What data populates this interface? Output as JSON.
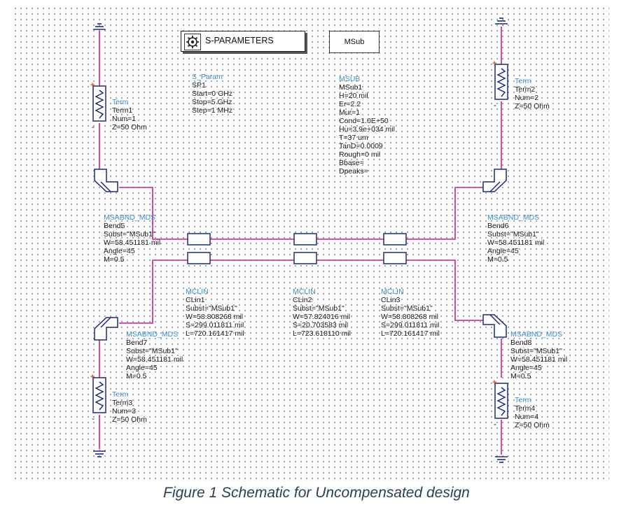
{
  "colors": {
    "wire": "#d41a8c",
    "component": "#1a2a80",
    "label_type": "#3c8cd0",
    "text": "#1a1a1a",
    "caption": "#2b3e58"
  },
  "caption": "Figure 1 Schematic for Uncompensated design",
  "sparam": {
    "title": "S-PARAMETERS",
    "icon": "s-parameter-controller-icon",
    "lines": [
      "S_Param",
      "SP1",
      "Start=0 GHz",
      "Stop=5 GHz",
      "Step=1 MHz"
    ]
  },
  "msub": {
    "title": "MSub",
    "lines": [
      "MSUB",
      "MSub1",
      "H=20 mil",
      "Er=2.2",
      "Mur=1",
      "Cond=1.0E+50",
      "Hu=3.9e+034 mil",
      "T=37 um",
      "TanD=0.0009",
      "Rough=0 mil",
      "Bbase=",
      "Dpeaks="
    ]
  },
  "terms": [
    {
      "lines": [
        "Term",
        "Term1",
        "Num=1",
        "Z=50 Ohm"
      ]
    },
    {
      "lines": [
        "Term",
        "Term2",
        "Num=2",
        "Z=50 Ohm"
      ]
    },
    {
      "lines": [
        "Term",
        "Term3",
        "Num=3",
        "Z=50 Ohm"
      ]
    },
    {
      "lines": [
        "Term",
        "Term4",
        "Num=4",
        "Z=50 Ohm"
      ]
    }
  ],
  "bends": [
    {
      "lines": [
        "MSABND_MDS",
        "Bend5",
        "Subst=\"MSub1\"",
        "W=58.451181 mil",
        "Angle=45",
        "M=0.5"
      ]
    },
    {
      "lines": [
        "MSABND_MDS",
        "Bend6",
        "Subst=\"MSub1\"",
        "W=58.451181 mil",
        "Angle=45",
        "M=0.5"
      ]
    },
    {
      "lines": [
        "MSABND_MDS",
        "Bend7",
        "Subst=\"MSub1\"",
        "W=58.451181 mil",
        "Angle=45",
        "M=0.5"
      ]
    },
    {
      "lines": [
        "MSABND_MDS",
        "Bend8",
        "Subst=\"MSub1\"",
        "W=58.451181 mil",
        "Angle=45",
        "M=0.5"
      ]
    }
  ],
  "clins": [
    {
      "lines": [
        "MCLIN",
        "CLin1",
        "Subst=\"MSub1\"",
        "W=58.808268 mil",
        "S=299.011811 mil",
        "L=720.161417 mil"
      ]
    },
    {
      "lines": [
        "MCLIN",
        "CLin2",
        "Subst=\"MSub1\"",
        "W=57.824016 mil",
        "S=20.703583 mil",
        "L=723.618110 mil"
      ]
    },
    {
      "lines": [
        "MCLIN",
        "CLin3",
        "Subst=\"MSub1\"",
        "W=58.808268 mil",
        "S=299.011811 mil",
        "L=720.161417 mil"
      ]
    }
  ],
  "symbols": {
    "plus": "+",
    "minus": "-"
  }
}
